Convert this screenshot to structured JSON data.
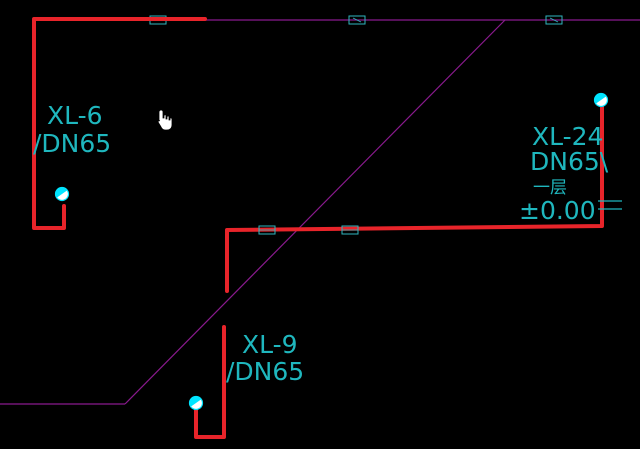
{
  "colors": {
    "background": "#000000",
    "pipe": "#e8242a",
    "boundary": "#8a1a8e",
    "text": "#1fb7be",
    "valve": "#2fb6bf",
    "riser_fill": "#00e5ff",
    "cursor": "#ffffff"
  },
  "labels": {
    "xl6_name": "XL-6",
    "xl6_size": "/DN65",
    "xl24_name": "XL-24",
    "xl24_size": "DN65\\",
    "xl24_floor": "一层",
    "xl24_elev": "±0.00",
    "xl9_name": "XL-9",
    "xl9_size": "/DN65"
  },
  "icons": {
    "riser": "riser-circle-icon",
    "valve": "valve-symbol-icon",
    "cursor": "hand-cursor-icon"
  }
}
